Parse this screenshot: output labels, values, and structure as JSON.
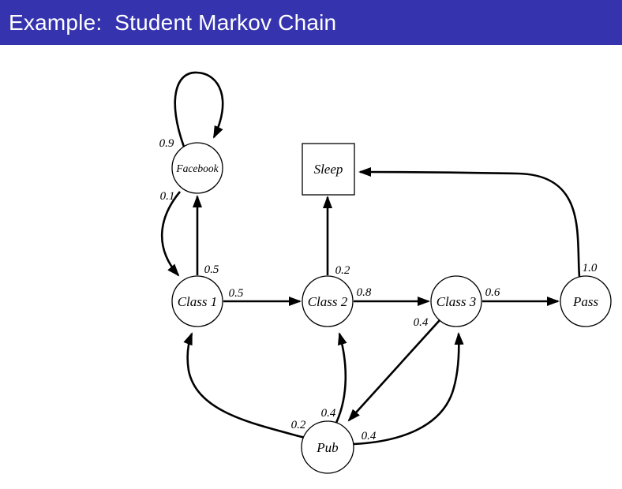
{
  "header": {
    "title": "Example:  Student Markov Chain",
    "bg_color": "#3533AE",
    "text_color": "#ffffff"
  },
  "diagram": {
    "type": "markov-chain-state-diagram",
    "nodes": {
      "facebook": {
        "label": "Facebook",
        "shape": "circle"
      },
      "sleep": {
        "label": "Sleep",
        "shape": "square"
      },
      "class1": {
        "label": "Class 1",
        "shape": "circle"
      },
      "class2": {
        "label": "Class 2",
        "shape": "circle"
      },
      "class3": {
        "label": "Class 3",
        "shape": "circle"
      },
      "pass": {
        "label": "Pass",
        "shape": "circle"
      },
      "pub": {
        "label": "Pub",
        "shape": "circle"
      }
    },
    "edges": {
      "facebook_facebook": {
        "from": "Facebook",
        "to": "Facebook",
        "prob": "0.9"
      },
      "facebook_class1": {
        "from": "Facebook",
        "to": "Class 1",
        "prob": "0.1"
      },
      "class1_facebook": {
        "from": "Class 1",
        "to": "Facebook",
        "prob": "0.5"
      },
      "class1_class2": {
        "from": "Class 1",
        "to": "Class 2",
        "prob": "0.5"
      },
      "class2_sleep": {
        "from": "Class 2",
        "to": "Sleep",
        "prob": "0.2"
      },
      "class2_class3": {
        "from": "Class 2",
        "to": "Class 3",
        "prob": "0.8"
      },
      "class3_pass": {
        "from": "Class 3",
        "to": "Pass",
        "prob": "0.6"
      },
      "class3_pub": {
        "from": "Class 3",
        "to": "Pub",
        "prob": "0.4"
      },
      "pass_sleep": {
        "from": "Pass",
        "to": "Sleep",
        "prob": "1.0"
      },
      "pub_class1": {
        "from": "Pub",
        "to": "Class 1",
        "prob": "0.2"
      },
      "pub_class2": {
        "from": "Pub",
        "to": "Class 2",
        "prob": "0.4"
      },
      "pub_class3": {
        "from": "Pub",
        "to": "Class 3",
        "prob": "0.4"
      }
    }
  }
}
